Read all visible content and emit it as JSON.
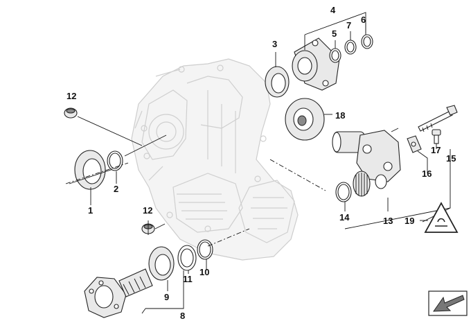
{
  "diagram": {
    "callouts": {
      "c1": "1",
      "c2": "2",
      "c3": "3",
      "c4": "4",
      "c5": "5",
      "c6": "6",
      "c7": "7",
      "c8": "8",
      "c9": "9",
      "c10": "10",
      "c11": "11",
      "c12a": "12",
      "c12b": "12",
      "c13": "13",
      "c14": "14",
      "c15": "15",
      "c16": "16",
      "c17": "17",
      "c18": "18",
      "c19": "19"
    },
    "icons": {
      "warning_symbol": "triangle-warning-icon",
      "corner_symbol": "arrow-down-left-icon"
    }
  }
}
